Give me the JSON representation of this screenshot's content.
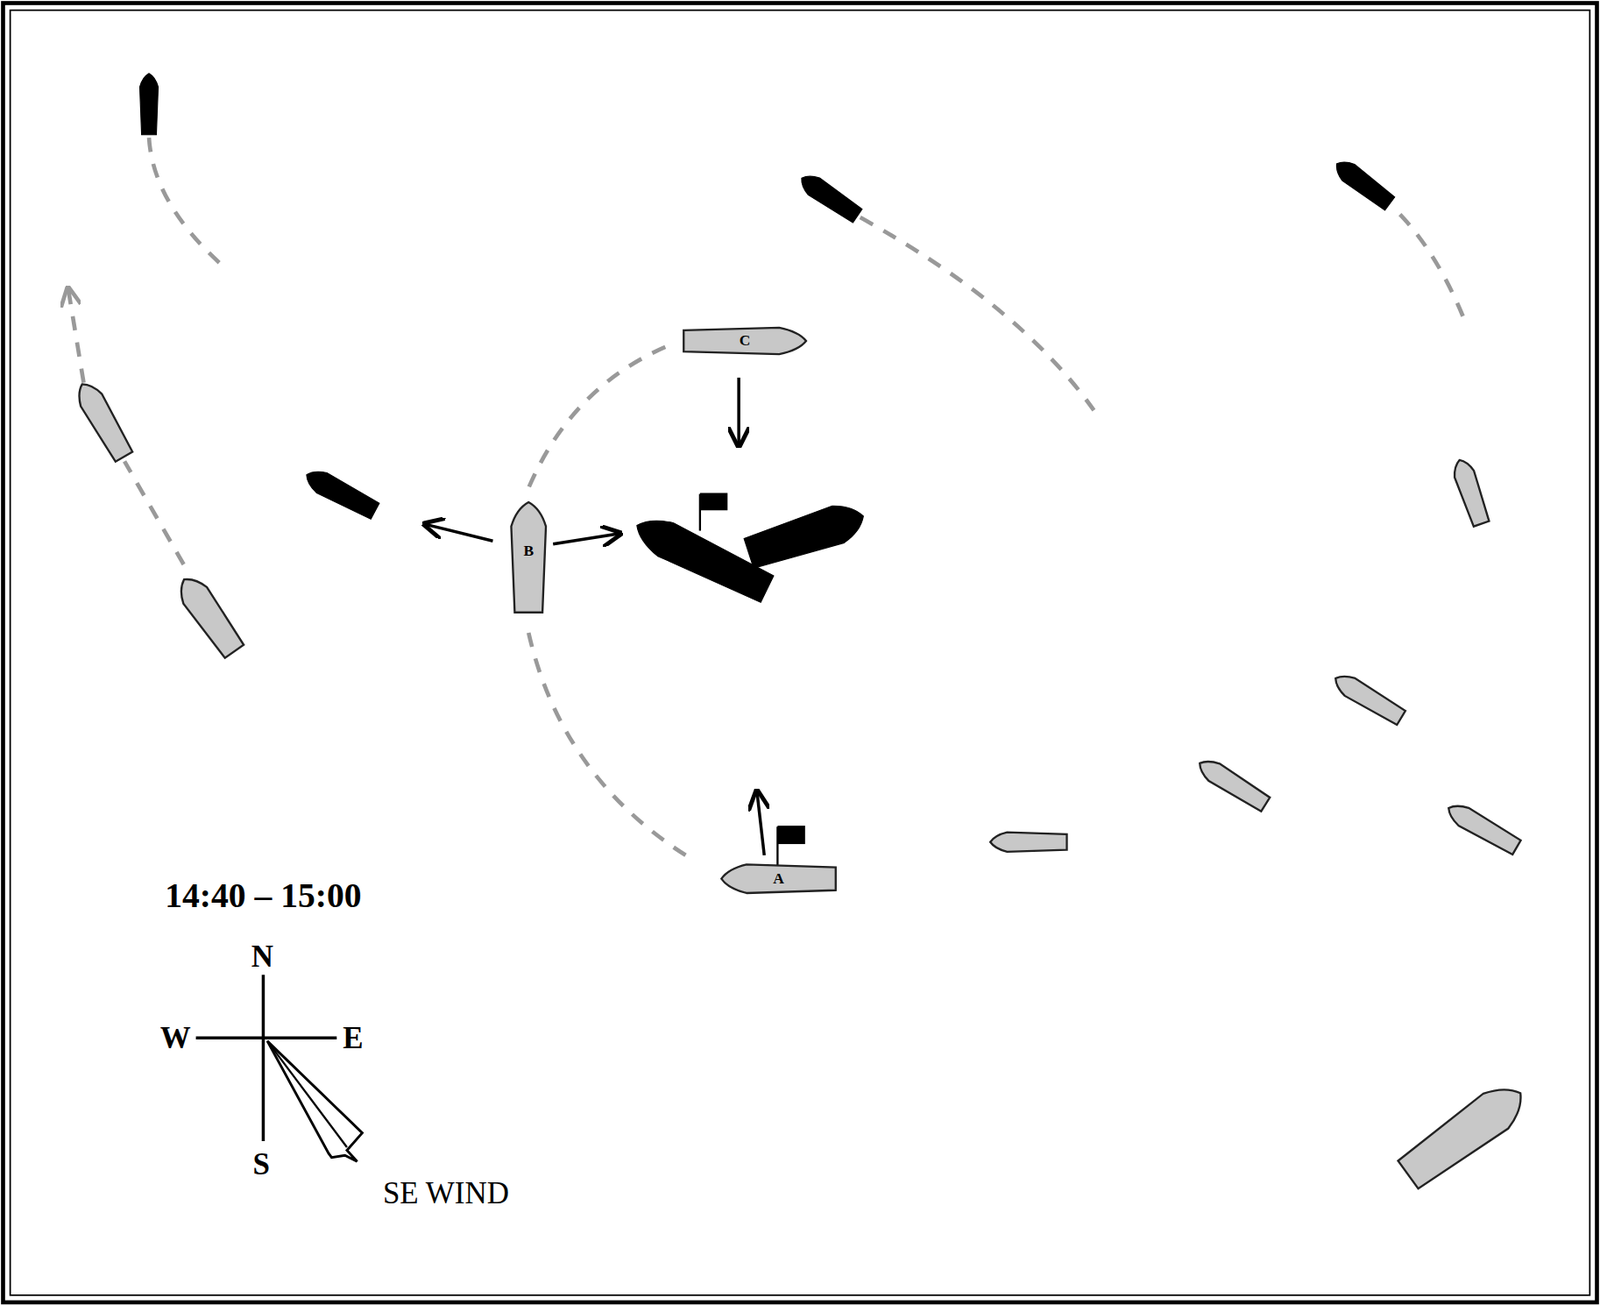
{
  "diagram": {
    "nodes": [
      {
        "text": [
          "C"
        ]
      },
      {
        "text": [
          "B"
        ]
      },
      {
        "text": [
          "A"
        ]
      }
    ],
    "labels": [
      "14:40 – 15:00",
      "N",
      "W",
      "E",
      "S",
      "SE WIND"
    ]
  }
}
